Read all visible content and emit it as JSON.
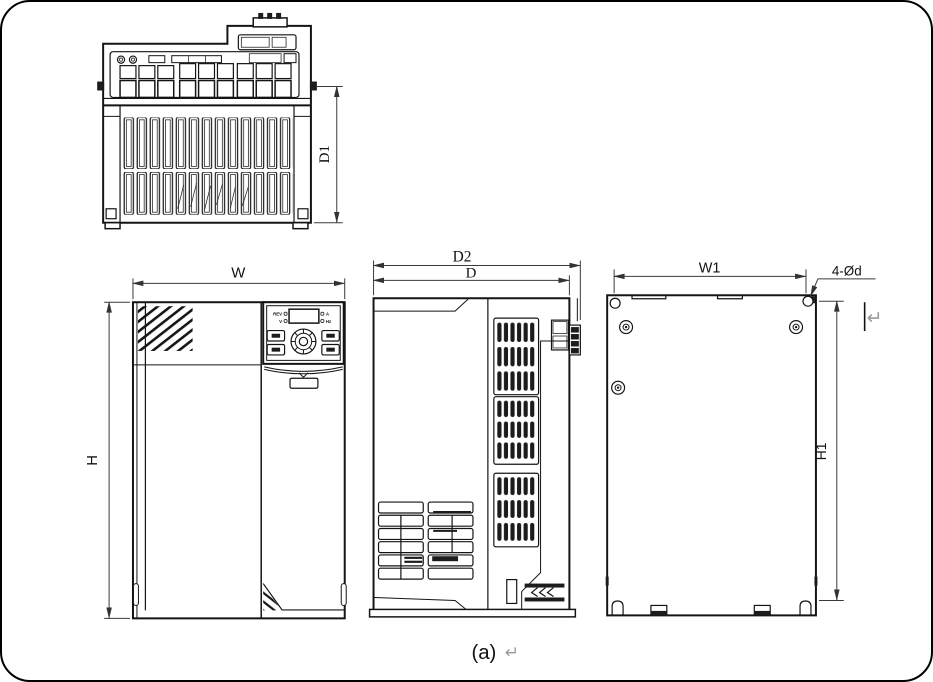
{
  "drawing": {
    "caption": "(a)",
    "paragraph_mark": "↵",
    "cursor_mark": "↵"
  },
  "dimension_labels": {
    "d1": "D1",
    "w": "W",
    "h": "H",
    "d2": "D2",
    "d": "D",
    "w1": "W1",
    "h1": "H1",
    "holes": "4-Ød"
  },
  "keypad": {
    "rev": "REV",
    "v": "V",
    "a": "A",
    "hz": "Hz"
  },
  "colors": {
    "line": "#141414",
    "dimension": "#3a3a3a",
    "mark_gray": "#9a9a9a",
    "background": "#ffffff"
  }
}
